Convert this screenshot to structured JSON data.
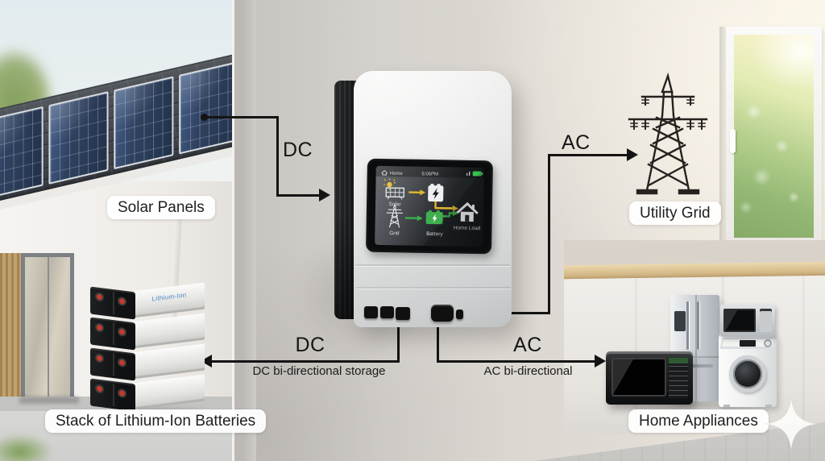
{
  "labels": {
    "solar_panels": "Solar Panels",
    "utility_grid": "Utility Grid",
    "battery_stack": "Stack of Lithium-Ion Batteries",
    "home_appliances": "Home Appliances"
  },
  "connections": {
    "pv_to_inverter": {
      "label": "DC"
    },
    "inverter_to_grid": {
      "label": "AC"
    },
    "inverter_to_battery": {
      "label": "DC",
      "sublabel": "DC bi-directional storage"
    },
    "inverter_to_loads": {
      "label": "AC",
      "sublabel": "AC bi-directional"
    }
  },
  "inverter": {
    "screen": {
      "nav_title": "Home",
      "status_time": "5:06PM",
      "nodes": {
        "solar": "Solar",
        "grid": "Grid",
        "battery": "Battery",
        "home_load": "Home Load"
      }
    }
  },
  "battery": {
    "brand": "Lithium-Ion"
  },
  "colors": {
    "arrow_black": "#141414",
    "screen_flow_yellow": "#dfb732",
    "screen_flow_green": "#3fae4e",
    "battery_terminal_red": "#c43b2e",
    "label_pill_bg": "#ffffff",
    "label_text": "#1f1f1f"
  }
}
